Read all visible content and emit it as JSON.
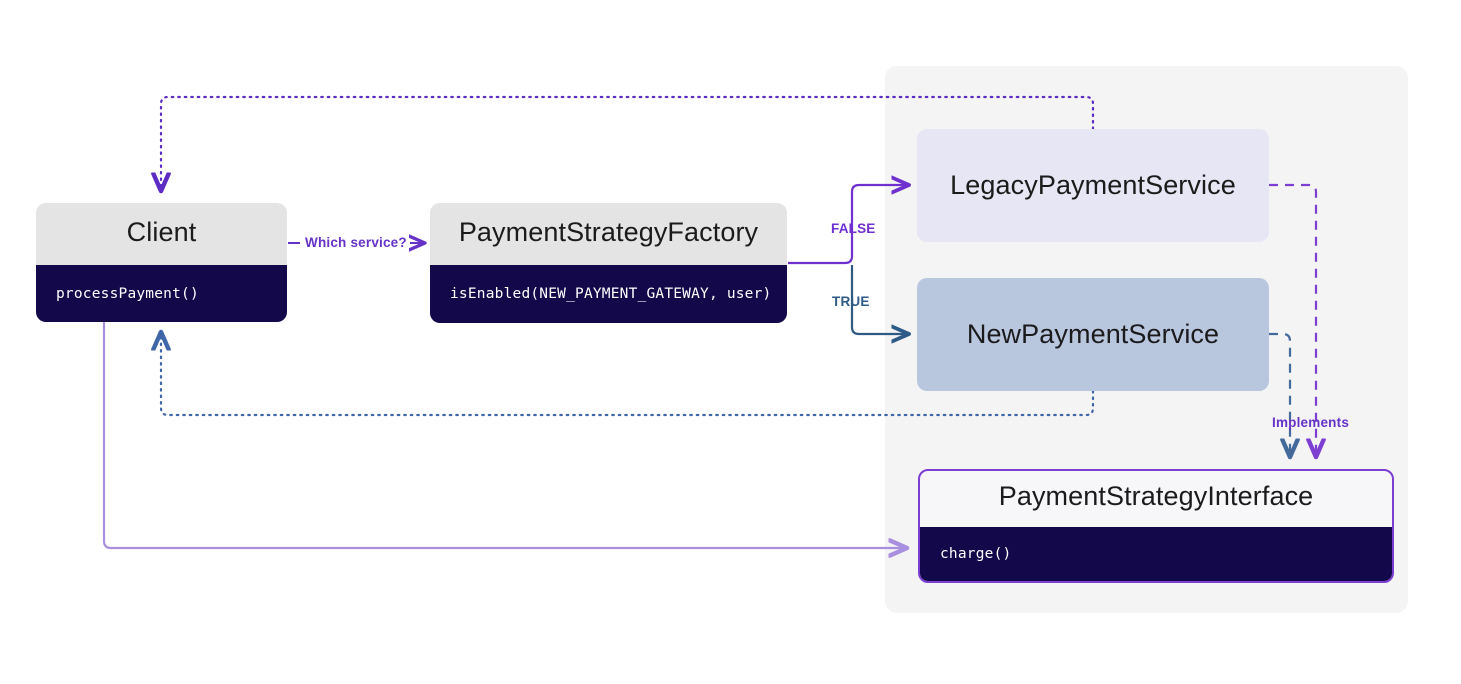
{
  "diagram": {
    "type": "flowchart",
    "background_color": "#ffffff",
    "subgraph": {
      "name": "payment-services-group",
      "fill": "#f4f4f4"
    },
    "nodes": [
      {
        "id": "client",
        "title": "Client",
        "method": "processPayment()",
        "header_color": "#e4e4e4",
        "body_color": "#13084a"
      },
      {
        "id": "factory",
        "title": "PaymentStrategyFactory",
        "method": "isEnabled(NEW_PAYMENT_GATEWAY, user)",
        "header_color": "#e4e4e4",
        "body_color": "#13084a"
      },
      {
        "id": "legacy",
        "title": "LegacyPaymentService",
        "fill_color": "#e6e6f5"
      },
      {
        "id": "new",
        "title": "NewPaymentService",
        "fill_color": "#b8c6de"
      },
      {
        "id": "interface",
        "title": "PaymentStrategyInterface",
        "method": "charge()",
        "border_color": "#7c3fd1",
        "body_color": "#13084a"
      }
    ],
    "edges": [
      {
        "name": "client-to-factory",
        "label": "Which service?",
        "color": "#6632c8",
        "style": "solid"
      },
      {
        "name": "factory-to-legacy",
        "label": "FALSE",
        "color": "#7030d0",
        "style": "solid"
      },
      {
        "name": "factory-to-new",
        "label": "TRUE",
        "color": "#2e5a86",
        "style": "solid"
      },
      {
        "name": "legacy-implements-interface",
        "label": "Implements",
        "color": "#7c3fd1",
        "style": "dashed"
      },
      {
        "name": "new-implements-interface",
        "label": "",
        "color": "#44699b",
        "style": "dashed"
      },
      {
        "name": "legacy-return-to-client",
        "label": "",
        "color": "#5b2bc4",
        "style": "dotted"
      },
      {
        "name": "new-return-to-client",
        "label": "",
        "color": "#3f66a8",
        "style": "dotted"
      },
      {
        "name": "client-to-interface-charge",
        "label": "",
        "color": "#a98fdf",
        "style": "solid"
      }
    ]
  }
}
